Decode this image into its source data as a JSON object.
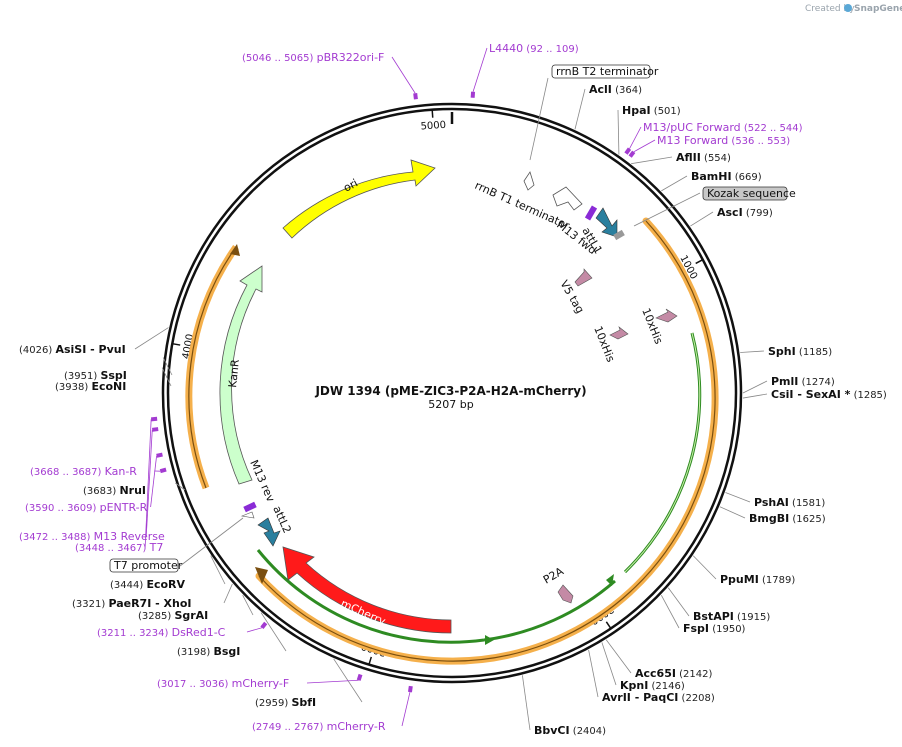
{
  "plasmid": {
    "name": "JDW 1394 (pME-ZIC3-P2A-H2A-mCherry)",
    "length_label": "5207 bp"
  },
  "credit": "Created by",
  "credit_brand": "SnapGene",
  "colors": {
    "backbone": "#111111",
    "cds_orange": "#f5b04b",
    "cds_green": "#2e8b22",
    "ori": "#ffff00",
    "kanr": "#ccffcc",
    "mcherry": "#ff1a1a",
    "att": "#2a7f9e",
    "tag": "#c48aa5",
    "primer": "#a33bd1",
    "term": "#ffffff",
    "kozak": "#c8c8c8"
  },
  "ticks": [
    {
      "label": "1000",
      "angle": 62
    },
    {
      "label": "2000",
      "angle": 146
    },
    {
      "label": "3000",
      "angle": 197
    },
    {
      "label": "4000",
      "angle": 280
    },
    {
      "label": "5000",
      "angle": 356
    }
  ],
  "sites": [
    {
      "name": "AclI",
      "pos": "(364)"
    },
    {
      "name": "HpaI",
      "pos": "(501)"
    },
    {
      "name": "AflII",
      "pos": "(554)"
    },
    {
      "name": "BamHI",
      "pos": "(669)"
    },
    {
      "name": "AscI",
      "pos": "(799)"
    },
    {
      "name": "SphI",
      "pos": "(1185)"
    },
    {
      "name": "PmlI",
      "pos": "(1274)"
    },
    {
      "name": "CsiI",
      "name2": "- SexAI",
      "star": "*",
      "pos": "(1285)"
    },
    {
      "name": "PshAI",
      "pos": "(1581)"
    },
    {
      "name": "BmgBI",
      "pos": "(1625)"
    },
    {
      "name": "PpuMI",
      "pos": "(1789)"
    },
    {
      "name": "BstAPI",
      "pos": "(1915)"
    },
    {
      "name": "FspI",
      "pos": "(1950)"
    },
    {
      "name": "Acc65I",
      "pos": "(2142)"
    },
    {
      "name": "KpnI",
      "pos": "(2146)"
    },
    {
      "name": "AvrII",
      "name2": "- PaqCI",
      "pos": "(2208)"
    },
    {
      "name": "BbvCI",
      "pos": "(2404)"
    },
    {
      "name": "SbfI",
      "pos": "(2959)"
    },
    {
      "name": "BsgI",
      "pos": "(3198)"
    },
    {
      "name": "SgrAI",
      "pos": "(3285)"
    },
    {
      "name": "PaeR7I",
      "name2": "- XhoI",
      "pos": "(3321)"
    },
    {
      "name": "EcoRV",
      "pos": "(3444)"
    },
    {
      "name": "NruI",
      "pos": "(3683)"
    },
    {
      "name": "EcoNI",
      "pos": "(3938)"
    },
    {
      "name": "SspI",
      "pos": "(3951)"
    },
    {
      "name": "AsiSI",
      "name2": "- PvuI",
      "pos": "(4026)"
    }
  ],
  "primers": [
    {
      "name": "pBR322ori-F",
      "pos": "(5046 .. 5065)"
    },
    {
      "name": "L4440",
      "pos": "(92 .. 109)"
    },
    {
      "name": "M13/pUC Forward",
      "pos": "(522 .. 544)"
    },
    {
      "name": "M13 Forward",
      "pos": "(536 .. 553)"
    },
    {
      "name": "Kan-R",
      "pos": "(3668 .. 3687)"
    },
    {
      "name": "pENTR-R",
      "pos": "(3590 .. 3609)"
    },
    {
      "name": "M13 Reverse",
      "pos": "(3472 .. 3488)"
    },
    {
      "name": "T7",
      "pos": "(3448 .. 3467)"
    },
    {
      "name": "DsRed1-C",
      "pos": "(3211 .. 3234)"
    },
    {
      "name": "mCherry-F",
      "pos": "(3017 .. 3036)"
    },
    {
      "name": "mCherry-R",
      "pos": "(2749 .. 2767)"
    }
  ],
  "boxed_labels": [
    {
      "name": "rrnB T2 terminator",
      "style": "term"
    },
    {
      "name": "Kozak sequence",
      "style": "kozak"
    },
    {
      "name": "T7 promoter",
      "style": "term"
    }
  ],
  "features": [
    {
      "name": "ori"
    },
    {
      "name": "KanR"
    },
    {
      "name": "mCherry"
    },
    {
      "name": "rrnB T1 terminator"
    },
    {
      "name": "attL1"
    },
    {
      "name": "M13 fwd"
    },
    {
      "name": "V5 tag"
    },
    {
      "name": "10xHis"
    },
    {
      "name": "10xHis"
    },
    {
      "name": "P2A"
    },
    {
      "name": "M13 rev"
    },
    {
      "name": "attL2"
    }
  ]
}
